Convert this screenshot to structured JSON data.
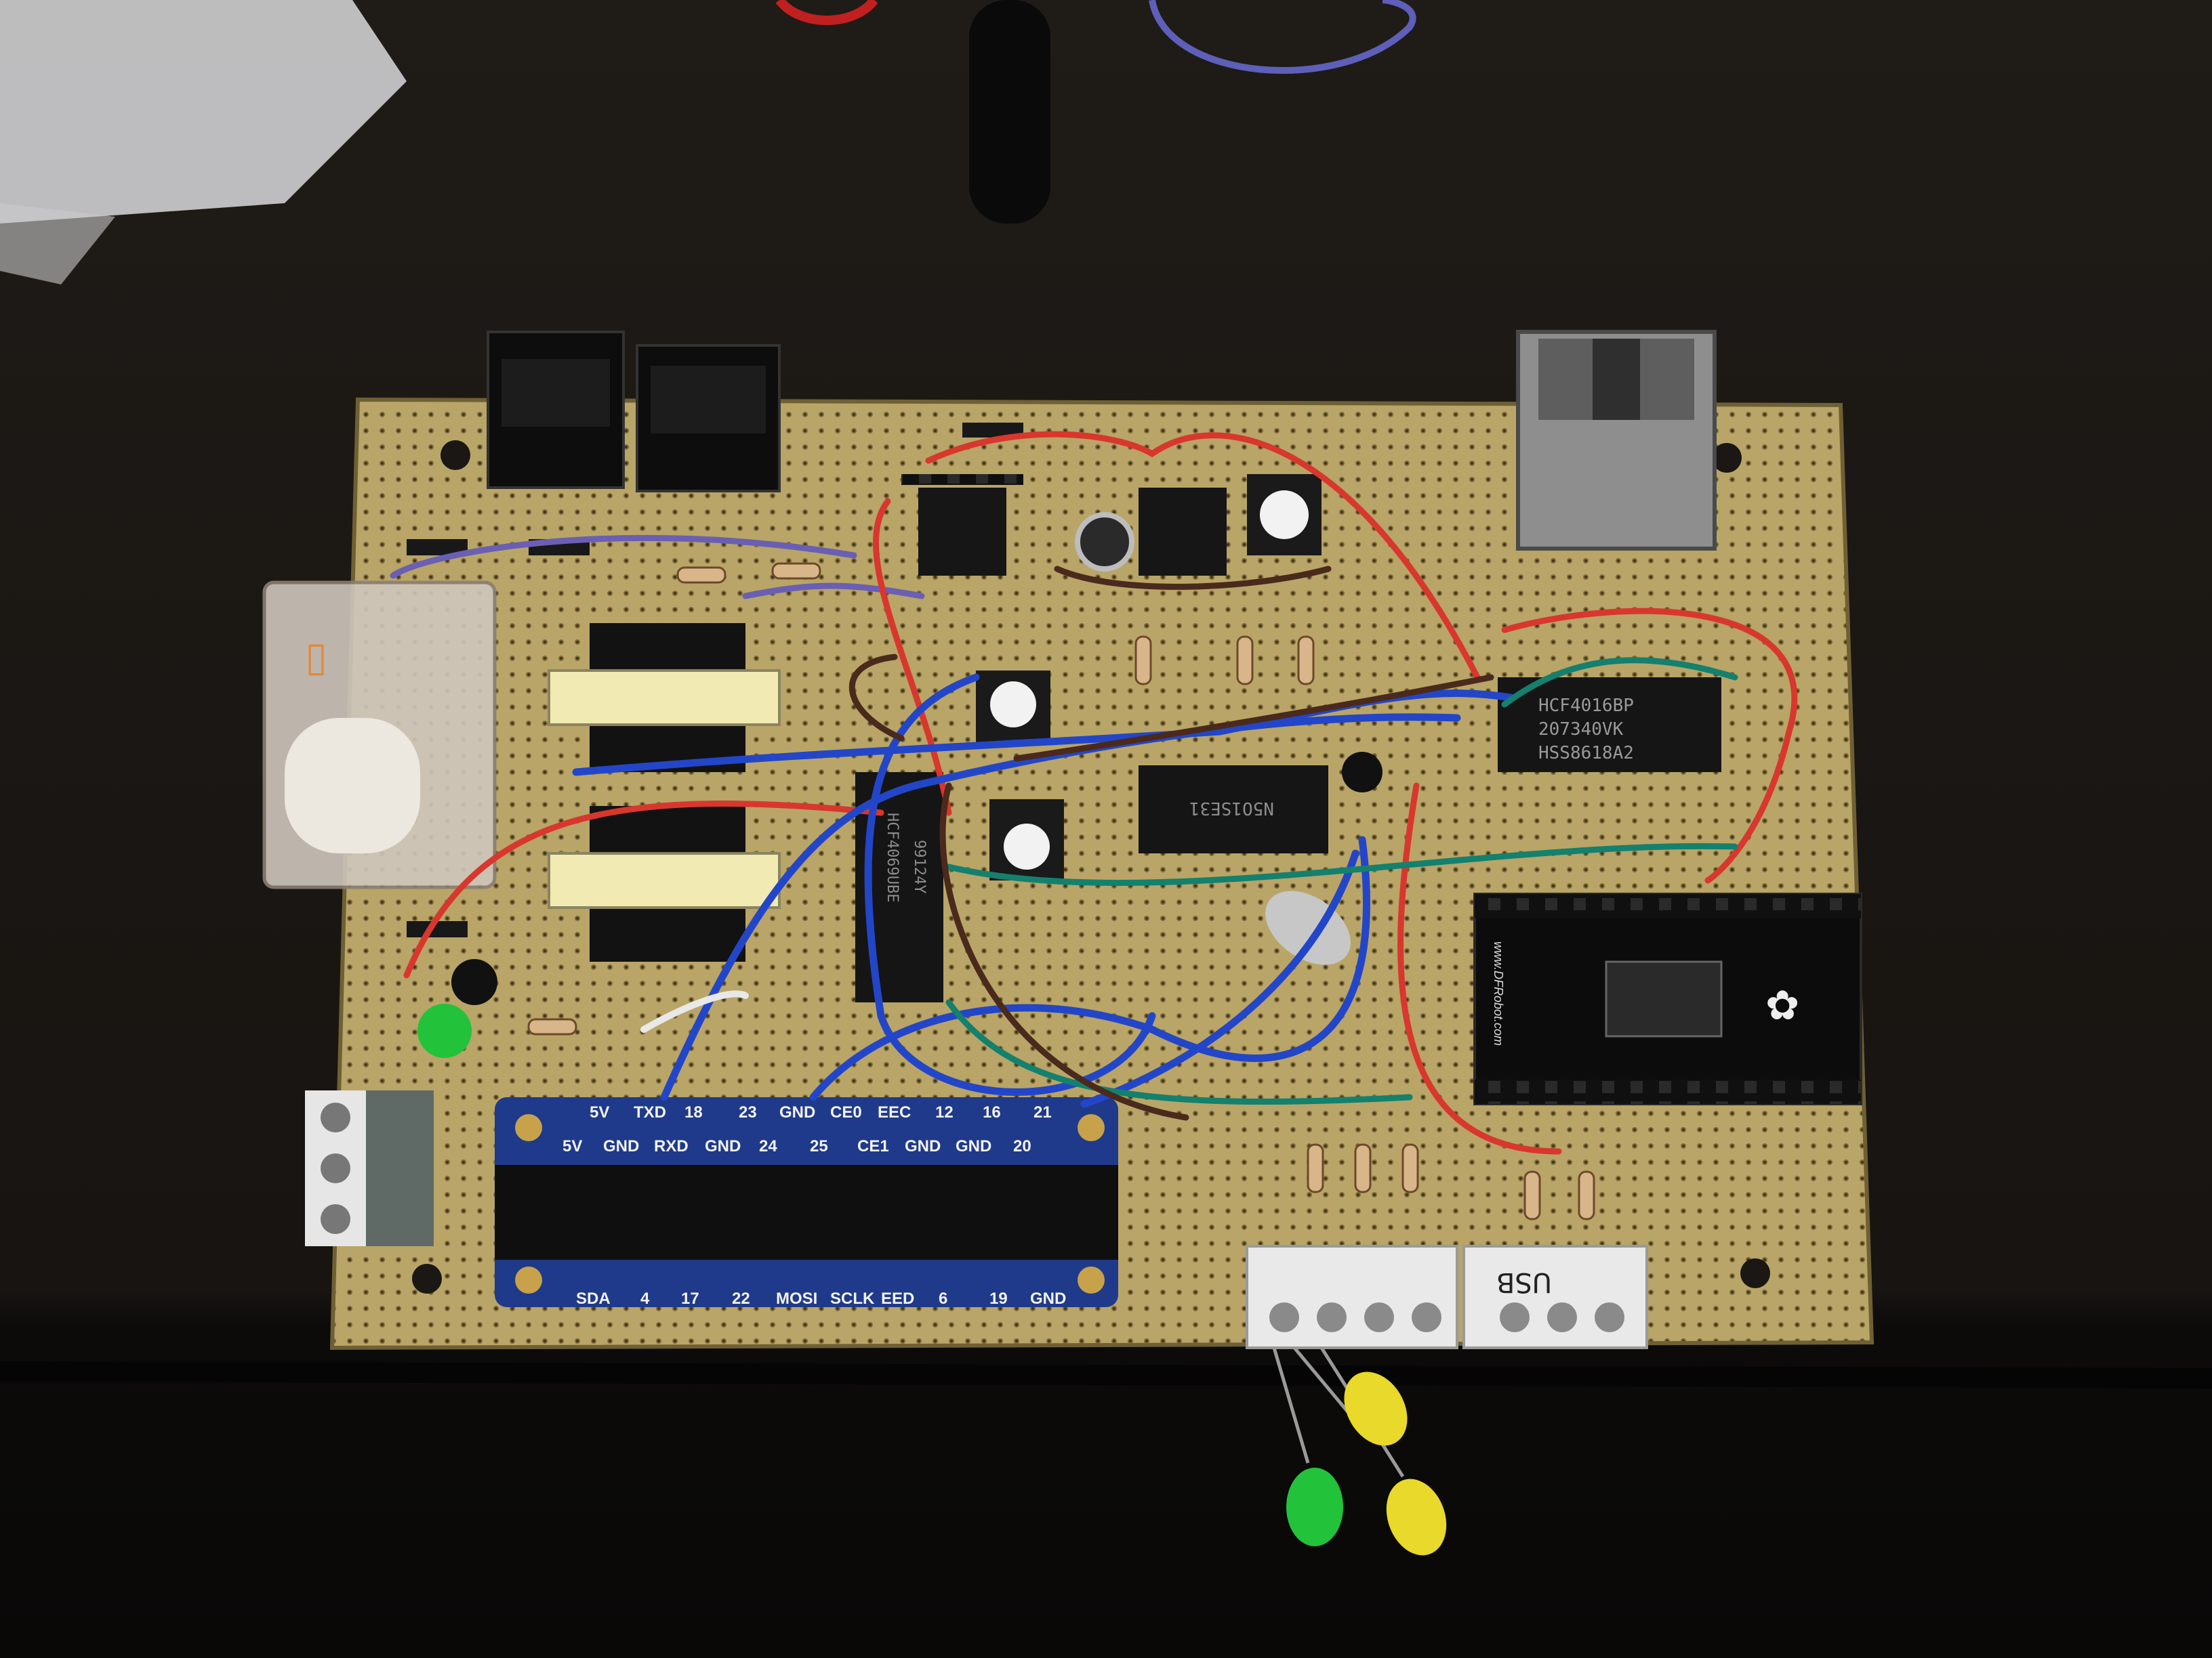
{
  "board": {
    "ic_left": "HCF4069UBE",
    "ic_left_code": "99124Y",
    "ic_center": "N5O1SE31",
    "ic_right_line1": "HCF4016BP",
    "ic_right_line2": "207340VK",
    "ic_right_line3": "HSS8618A2",
    "terminal_label": "USB"
  },
  "gpio_breakout": {
    "top_row": [
      "5V",
      "TXD",
      "18",
      "23",
      "GND",
      "CE0",
      "EEC",
      "12",
      "16",
      "21"
    ],
    "mid_row": [
      "5V",
      "GND",
      "RXD",
      "GND",
      "24",
      "25",
      "CE1",
      "GND",
      "GND",
      "20"
    ],
    "bottom_row": [
      "SDA",
      "4",
      "17",
      "22",
      "MOSI",
      "SCLK",
      "EED",
      "6",
      "19",
      "GND"
    ]
  },
  "module": {
    "brand": "www.DFRobot.com"
  },
  "colors": {
    "pcb": "#b9a567",
    "table": "#1a1714",
    "wire_red": "#d8372e",
    "wire_blue": "#2346c8",
    "wire_brown": "#4a2a1c",
    "wire_teal": "#14806e",
    "wire_purple": "#6a5fb3",
    "breakout": "#1f3a8a",
    "led_green": "#22c23a",
    "led_yellow": "#e8d92a"
  }
}
